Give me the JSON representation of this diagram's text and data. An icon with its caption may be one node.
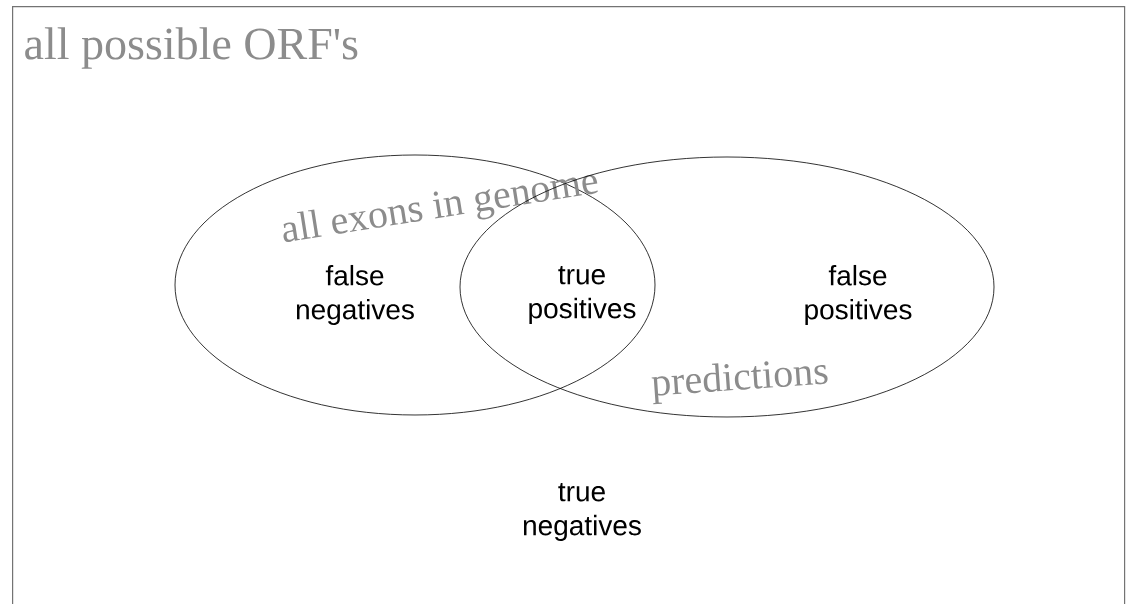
{
  "diagram": {
    "nodes": [
      {
        "text": [
          "all possible ORF's",
          "true negatives"
        ]
      },
      {
        "text": [
          "all exons in genome",
          "false negatives"
        ],
        "in": 0
      },
      {
        "text": [
          "predictions",
          "false positives"
        ],
        "in": 0
      }
    ],
    "labels": [
      "true positives"
    ]
  }
}
